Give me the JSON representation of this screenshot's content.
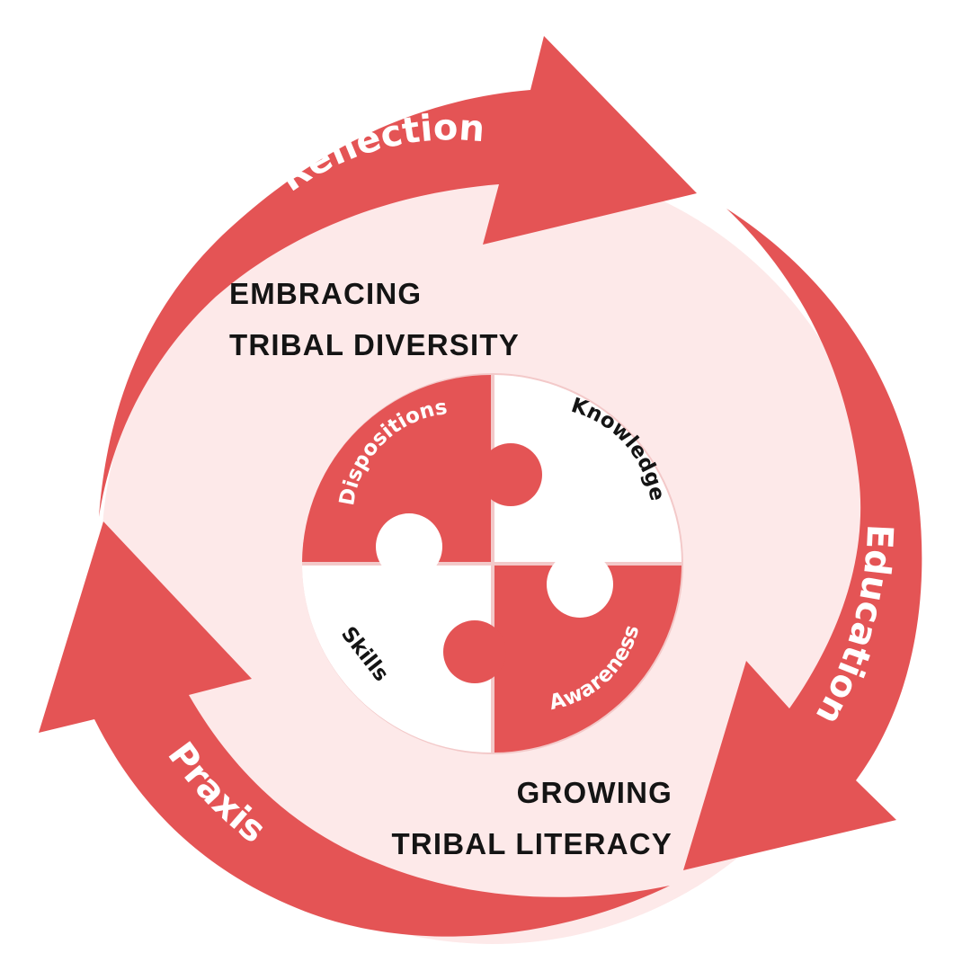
{
  "colors": {
    "arrow": "#e45455",
    "inner_fill": "#fde9e9",
    "piece_red": "#e45455",
    "piece_white": "#ffffff",
    "text_dark": "#141414"
  },
  "cycle": {
    "reflection": "Reflection",
    "education": "Education",
    "praxis": "Praxis"
  },
  "pieces": {
    "dispositions": "Dispositions",
    "knowledge": "Knowledge",
    "skills": "Skills",
    "awareness": "Awareness"
  },
  "headline_top": {
    "line1": "EMBRACING",
    "line2": "TRIBAL DIVERSITY"
  },
  "headline_bottom": {
    "line1": "GROWING",
    "line2": "TRIBAL LITERACY"
  }
}
